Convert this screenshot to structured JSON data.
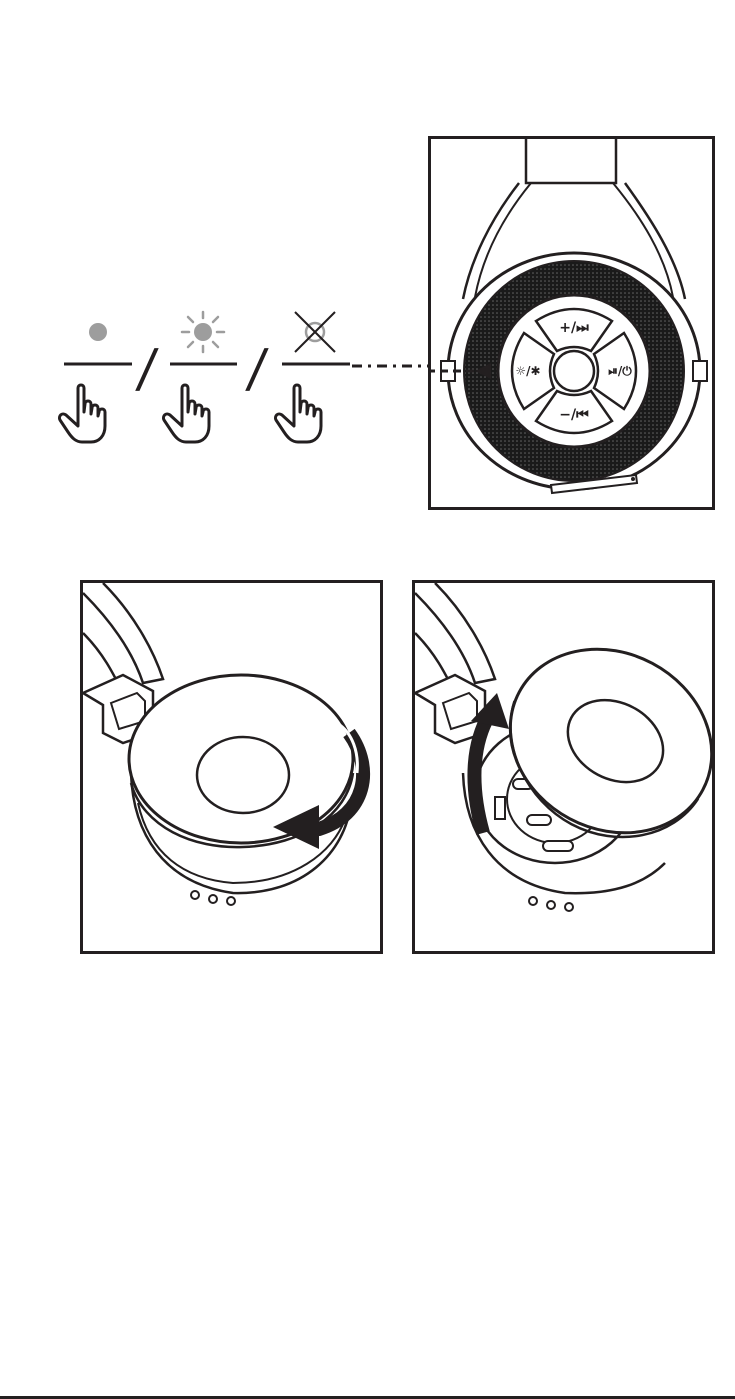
{
  "colors": {
    "ink": "#231f20",
    "led_gray": "#9d9d9d",
    "mesh": "#1a1a1a",
    "paper": "#ffffff"
  },
  "led_states": [
    {
      "state": "led-on",
      "icon": "led-dot-icon"
    },
    {
      "state": "led-flashing",
      "icon": "led-flash-icon"
    },
    {
      "state": "led-off",
      "icon": "led-off-icon"
    }
  ],
  "separator": "/",
  "earcup_buttons": {
    "volume_up": "+/⏭",
    "play_power": "⏯/⏻",
    "volume_down": "−/⏮",
    "light_bluetooth": "☼/✱"
  }
}
